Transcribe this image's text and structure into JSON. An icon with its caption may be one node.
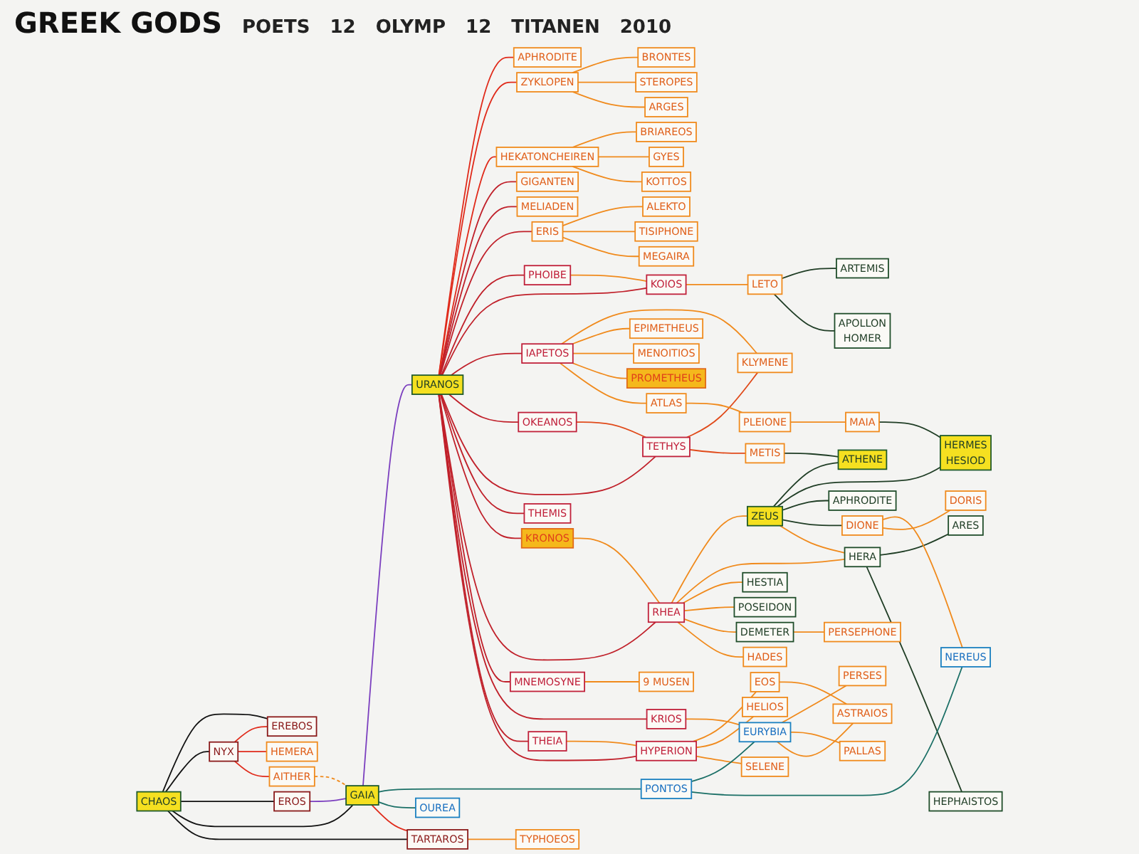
{
  "diagram": {
    "title": "GREEK GODS",
    "nodes": [
      {
        "text": [
          "BRONTES"
        ]
      },
      {
        "text": [
          "STEROPES"
        ]
      },
      {
        "text": [
          "ARGES"
        ]
      },
      {
        "text": [
          "ZYKLOPEN"
        ]
      },
      {
        "text": [
          "BRIAREOS"
        ]
      },
      {
        "text": [
          "GYES"
        ]
      },
      {
        "text": [
          "KOTTOS"
        ]
      },
      {
        "text": [
          "HEKATONCHEIREN"
        ]
      },
      {
        "text": [
          "NYX"
        ]
      },
      {
        "text": [
          "EREBOS"
        ]
      },
      {
        "text": [
          "HEMERA"
        ]
      },
      {
        "text": [
          "AITHER"
        ]
      },
      {
        "text": [
          "URANOS"
        ]
      },
      {
        "text": [
          "APHRODITE"
        ]
      },
      {
        "text": [
          "EROS"
        ]
      },
      {
        "text": [
          "CHAOS"
        ]
      },
      {
        "text": [
          "PONTOS"
        ]
      },
      {
        "text": [
          "GAIA"
        ]
      },
      {
        "text": [
          "TARTAROS"
        ]
      },
      {
        "text": [
          "OUREA"
        ]
      },
      {
        "text": [
          "TYPHOEOS"
        ]
      },
      {
        "text": [
          "PHOIBE"
        ]
      },
      {
        "text": [
          "KOIOS"
        ]
      },
      {
        "text": [
          "LETO"
        ]
      },
      {
        "text": [
          "IAPETOS"
        ]
      },
      {
        "text": [
          "OKEANOS"
        ]
      },
      {
        "text": [
          "TETHYS"
        ]
      },
      {
        "text": [
          "KLYMENE"
        ]
      },
      {
        "text": [
          "METIS"
        ]
      },
      {
        "text": [
          "ARTEMIS"
        ]
      },
      {
        "text": [
          "APOLLON",
          "HOMER"
        ]
      },
      {
        "text": [
          "ATHENE"
        ]
      },
      {
        "text": [
          "EPIMETHEUS"
        ]
      },
      {
        "text": [
          "MENOITIOS"
        ]
      },
      {
        "text": [
          "PROMETHEUS"
        ]
      },
      {
        "text": [
          "ATLAS"
        ]
      },
      {
        "text": [
          "PLEIONE"
        ]
      },
      {
        "text": [
          "MAIA"
        ]
      },
      {
        "text": [
          "THEMIS"
        ]
      },
      {
        "text": [
          "ZEUS"
        ]
      },
      {
        "text": [
          "KRONOS"
        ]
      },
      {
        "text": [
          "RHEA"
        ]
      },
      {
        "text": [
          "HERA"
        ]
      },
      {
        "text": [
          "HESTIA"
        ]
      },
      {
        "text": [
          "POSEIDON"
        ]
      },
      {
        "text": [
          "DEMETER"
        ]
      },
      {
        "text": [
          "HADES"
        ]
      },
      {
        "text": [
          "ARES"
        ]
      },
      {
        "text": [
          "HEPHAISTOS"
        ]
      },
      {
        "text": [
          "PERSEPHONE"
        ]
      },
      {
        "text": [
          "9 MUSEN"
        ]
      },
      {
        "text": [
          "HERMES",
          "HESIOD"
        ]
      },
      {
        "text": [
          "APHRODITE"
        ]
      },
      {
        "text": [
          "EOS"
        ]
      },
      {
        "text": [
          "HELIOS"
        ]
      },
      {
        "text": [
          "SELENE"
        ]
      },
      {
        "text": [
          "THEIA"
        ]
      },
      {
        "text": [
          "HYPERION"
        ]
      },
      {
        "text": [
          "MNEMOSYNE"
        ]
      },
      {
        "text": [
          "KRIOS"
        ]
      },
      {
        "text": [
          "PERSES"
        ]
      },
      {
        "text": [
          "PALLAS"
        ]
      },
      {
        "text": [
          "ASTRAIOS"
        ]
      },
      {
        "text": [
          "EURYBIA"
        ]
      },
      {
        "text": [
          "DIONE"
        ]
      },
      {
        "text": [
          "NEREUS"
        ]
      },
      {
        "text": [
          "DORIS"
        ]
      },
      {
        "text": [
          "ERIS"
        ]
      },
      {
        "text": [
          "GIGANTEN"
        ]
      },
      {
        "text": [
          "MELIADEN"
        ]
      },
      {
        "text": [
          "ALEKTO"
        ]
      },
      {
        "text": [
          "TISIPHONE"
        ]
      },
      {
        "text": [
          "MEGAIRA"
        ]
      }
    ],
    "edges": [
      {
        "from": 3,
        "to": 0,
        "arrow": "none"
      },
      {
        "from": 3,
        "to": 1,
        "arrow": "none"
      },
      {
        "from": 3,
        "to": 2,
        "arrow": "none"
      },
      {
        "from": 7,
        "to": 4,
        "arrow": "none"
      },
      {
        "from": 7,
        "to": 5,
        "arrow": "none"
      },
      {
        "from": 7,
        "to": 6,
        "arrow": "none"
      },
      {
        "from": 15,
        "to": 9,
        "arrow": "none",
        "color": "#111111"
      },
      {
        "from": 15,
        "to": 8,
        "arrow": "none",
        "color": "#111111"
      },
      {
        "from": 15,
        "to": 14,
        "arrow": "none",
        "color": "#111111"
      },
      {
        "from": 15,
        "to": 17,
        "arrow": "none",
        "color": "#111111"
      },
      {
        "from": 15,
        "to": 18,
        "arrow": "none",
        "color": "#111111"
      },
      {
        "from": 8,
        "to": 9,
        "arrow": "none",
        "color": "#e02a1a"
      },
      {
        "from": 8,
        "to": 10,
        "arrow": "none",
        "color": "#e02a1a"
      },
      {
        "from": 8,
        "to": 11,
        "arrow": "none",
        "color": "#e02a1a"
      },
      {
        "from": 11,
        "to": 17,
        "arrow": "none",
        "style": "dashed"
      },
      {
        "from": 17,
        "to": 12,
        "arrow": "none",
        "color": "#7b3fbf"
      },
      {
        "from": 14,
        "to": 17,
        "arrow": "none",
        "color": "#7b3fbf"
      },
      {
        "from": 12,
        "to": 13,
        "arrow": "none",
        "color": "#e02a1a"
      },
      {
        "from": 17,
        "to": 16,
        "arrow": "none",
        "color": "#1a6f66"
      },
      {
        "from": 17,
        "to": 19,
        "arrow": "none",
        "color": "#1a6f66"
      },
      {
        "from": 17,
        "to": 18,
        "arrow": "none",
        "color": "#e02a1a"
      },
      {
        "from": 18,
        "to": 20,
        "arrow": "none"
      },
      {
        "from": 12,
        "to": 3,
        "arrow": "none",
        "color": "#e02a1a"
      },
      {
        "from": 12,
        "to": 7,
        "arrow": "none",
        "color": "#e02a1a"
      },
      {
        "from": 12,
        "to": 68,
        "arrow": "none",
        "color": "#c0202a"
      },
      {
        "from": 12,
        "to": 69,
        "arrow": "none",
        "color": "#c0202a"
      },
      {
        "from": 12,
        "to": 67,
        "arrow": "none",
        "color": "#c0202a"
      },
      {
        "from": 12,
        "to": 21,
        "arrow": "none",
        "color": "#c0202a"
      },
      {
        "from": 12,
        "to": 22,
        "arrow": "none",
        "color": "#c0202a"
      },
      {
        "from": 12,
        "to": 24,
        "arrow": "none",
        "color": "#c0202a"
      },
      {
        "from": 12,
        "to": 25,
        "arrow": "none",
        "color": "#c0202a"
      },
      {
        "from": 12,
        "to": 26,
        "arrow": "none",
        "color": "#c0202a"
      },
      {
        "from": 12,
        "to": 38,
        "arrow": "none",
        "color": "#c0202a"
      },
      {
        "from": 12,
        "to": 40,
        "arrow": "none",
        "color": "#c0202a"
      },
      {
        "from": 12,
        "to": 41,
        "arrow": "none",
        "color": "#c0202a"
      },
      {
        "from": 12,
        "to": 58,
        "arrow": "none",
        "color": "#c0202a"
      },
      {
        "from": 12,
        "to": 59,
        "arrow": "none",
        "color": "#c0202a"
      },
      {
        "from": 12,
        "to": 56,
        "arrow": "none",
        "color": "#c0202a"
      },
      {
        "from": 12,
        "to": 57,
        "arrow": "none",
        "color": "#c0202a"
      },
      {
        "from": 21,
        "to": 22,
        "arrow": "none"
      },
      {
        "from": 22,
        "to": 23,
        "arrow": "none"
      },
      {
        "from": 23,
        "to": 29,
        "arrow": "none",
        "color": "#1f3d25"
      },
      {
        "from": 23,
        "to": 30,
        "arrow": "none",
        "color": "#1f3d25"
      },
      {
        "from": 24,
        "to": 27,
        "arrow": "none"
      },
      {
        "from": 24,
        "to": 32,
        "arrow": "none"
      },
      {
        "from": 24,
        "to": 33,
        "arrow": "none"
      },
      {
        "from": 24,
        "to": 34,
        "arrow": "none"
      },
      {
        "from": 24,
        "to": 35,
        "arrow": "none"
      },
      {
        "from": 25,
        "to": 26,
        "arrow": "none",
        "color": "#e04a1a"
      },
      {
        "from": 26,
        "to": 27,
        "arrow": "none",
        "color": "#e04a1a"
      },
      {
        "from": 26,
        "to": 28,
        "arrow": "none",
        "color": "#e04a1a"
      },
      {
        "from": 28,
        "to": 31,
        "arrow": "none",
        "color": "#1f3d25"
      },
      {
        "from": 39,
        "to": 31,
        "arrow": "none",
        "color": "#1f3d25"
      },
      {
        "from": 35,
        "to": 36,
        "arrow": "none"
      },
      {
        "from": 36,
        "to": 37,
        "arrow": "none"
      },
      {
        "from": 37,
        "to": 51,
        "arrow": "none",
        "color": "#1f3d25"
      },
      {
        "from": 39,
        "to": 51,
        "arrow": "none",
        "color": "#1f3d25"
      },
      {
        "from": 39,
        "to": 52,
        "arrow": "none",
        "color": "#1f3d25"
      },
      {
        "from": 39,
        "to": 64,
        "arrow": "none",
        "color": "#1f3d25"
      },
      {
        "from": 40,
        "to": 41,
        "arrow": "none"
      },
      {
        "from": 41,
        "to": 39,
        "arrow": "none"
      },
      {
        "from": 41,
        "to": 42,
        "arrow": "none"
      },
      {
        "from": 41,
        "to": 43,
        "arrow": "none"
      },
      {
        "from": 41,
        "to": 44,
        "arrow": "none"
      },
      {
        "from": 41,
        "to": 45,
        "arrow": "none"
      },
      {
        "from": 41,
        "to": 46,
        "arrow": "none"
      },
      {
        "from": 39,
        "to": 42,
        "arrow": "none"
      },
      {
        "from": 42,
        "to": 47,
        "arrow": "none",
        "color": "#1f3d25"
      },
      {
        "from": 42,
        "to": 48,
        "arrow": "none",
        "color": "#1f3d25"
      },
      {
        "from": 45,
        "to": 49,
        "arrow": "none"
      },
      {
        "from": 58,
        "to": 50,
        "arrow": "none"
      },
      {
        "from": 56,
        "to": 57,
        "arrow": "none"
      },
      {
        "from": 57,
        "to": 53,
        "arrow": "none"
      },
      {
        "from": 57,
        "to": 54,
        "arrow": "none"
      },
      {
        "from": 57,
        "to": 55,
        "arrow": "none"
      },
      {
        "from": 53,
        "to": 62,
        "arrow": "none"
      },
      {
        "from": 59,
        "to": 63,
        "arrow": "none"
      },
      {
        "from": 63,
        "to": 60,
        "arrow": "none"
      },
      {
        "from": 63,
        "to": 61,
        "arrow": "none"
      },
      {
        "from": 63,
        "to": 62,
        "arrow": "none"
      },
      {
        "from": 16,
        "to": 63,
        "arrow": "none",
        "color": "#1a6f66"
      },
      {
        "from": 16,
        "to": 65,
        "arrow": "none",
        "color": "#1a6f66"
      },
      {
        "from": 64,
        "to": 65,
        "arrow": "none"
      },
      {
        "from": 64,
        "to": 66,
        "arrow": "none"
      },
      {
        "from": 67,
        "to": 70,
        "arrow": "none"
      },
      {
        "from": 67,
        "to": 71,
        "arrow": "none"
      },
      {
        "from": 67,
        "to": 72,
        "arrow": "none"
      }
    ],
    "labels": [
      "POETS",
      "12",
      "OLYMP",
      "12",
      "TITANEN",
      "2010"
    ]
  }
}
